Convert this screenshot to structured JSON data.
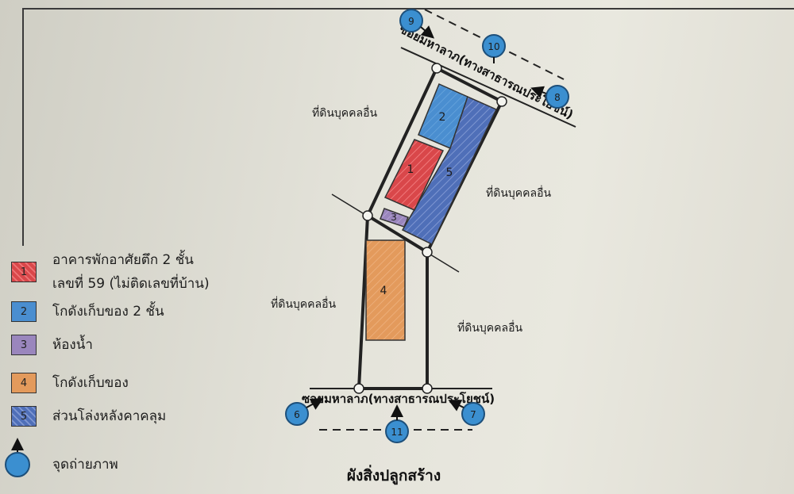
{
  "legend": [
    {
      "num": "1",
      "label_line1": "อาคารพักอาศัยตึก 2 ชั้น",
      "label_line2": "เลขที่ 59 (ไม่ติดเลขที่บ้าน)",
      "color": "#d9474a"
    },
    {
      "num": "2",
      "label_line1": "โกดังเก็บของ 2 ชั้น",
      "color": "#4a8ed0"
    },
    {
      "num": "3",
      "label_line1": "ห้องน้ำ",
      "color": "#9a86bd"
    },
    {
      "num": "4",
      "label_line1": "โกดังเก็บของ",
      "color": "#e39a5c"
    },
    {
      "num": "5",
      "label_line1": "ส่วนโล่งหลังคาคลุม",
      "color": "#4f6fb8"
    },
    {
      "label_line1": "จุดถ่ายภาพ",
      "color": "#3b8fd0"
    }
  ],
  "plan": {
    "title": "ผังสิ่งปลูกสร้าง",
    "road_top": "ซอยมหาลาภ(ทางสาธารณประโยชน์)",
    "road_bottom": "ซอยมหาลาภ(ทางสาธารณประโยชน์)",
    "neighbor_label": "ที่ดินบุคคลอื่น",
    "buildings": [
      "1",
      "2",
      "3",
      "4",
      "5"
    ],
    "photo_points": [
      "6",
      "7",
      "8",
      "9",
      "10",
      "11"
    ]
  }
}
